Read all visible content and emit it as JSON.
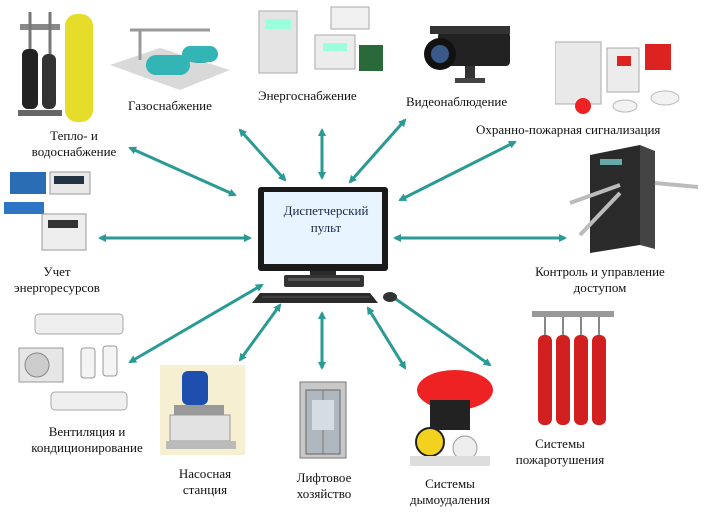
{
  "center": {
    "line1": "Диспетчерский",
    "line2": "пульт"
  },
  "nodes": {
    "heat": {
      "line1": "Тепло- и",
      "line2": "водоснабжение"
    },
    "gas": {
      "line1": "Газоснабжение"
    },
    "power": {
      "line1": "Энергоснабжение"
    },
    "video": {
      "line1": "Видеонаблюдение"
    },
    "alarm": {
      "line1": "Охранно-пожарная сигнализация"
    },
    "access": {
      "line1": "Контроль и управление",
      "line2": "доступом"
    },
    "extinguish": {
      "line1": "Системы",
      "line2": "пожаротушения"
    },
    "smoke": {
      "line1": "Системы",
      "line2": "дымоудаления"
    },
    "lift": {
      "line1": "Лифтовое",
      "line2": "хозяйство"
    },
    "pump": {
      "line1": "Насосная",
      "line2": "станция"
    },
    "hvac": {
      "line1": "Вентиляция и",
      "line2": "кондиционирование"
    },
    "metering": {
      "line1": "Учет",
      "line2": "энергоресурсов"
    }
  },
  "colors": {
    "arrow": "#2a9a94",
    "monitor": "#1a1a1a",
    "screen": "#e8f4ff"
  }
}
